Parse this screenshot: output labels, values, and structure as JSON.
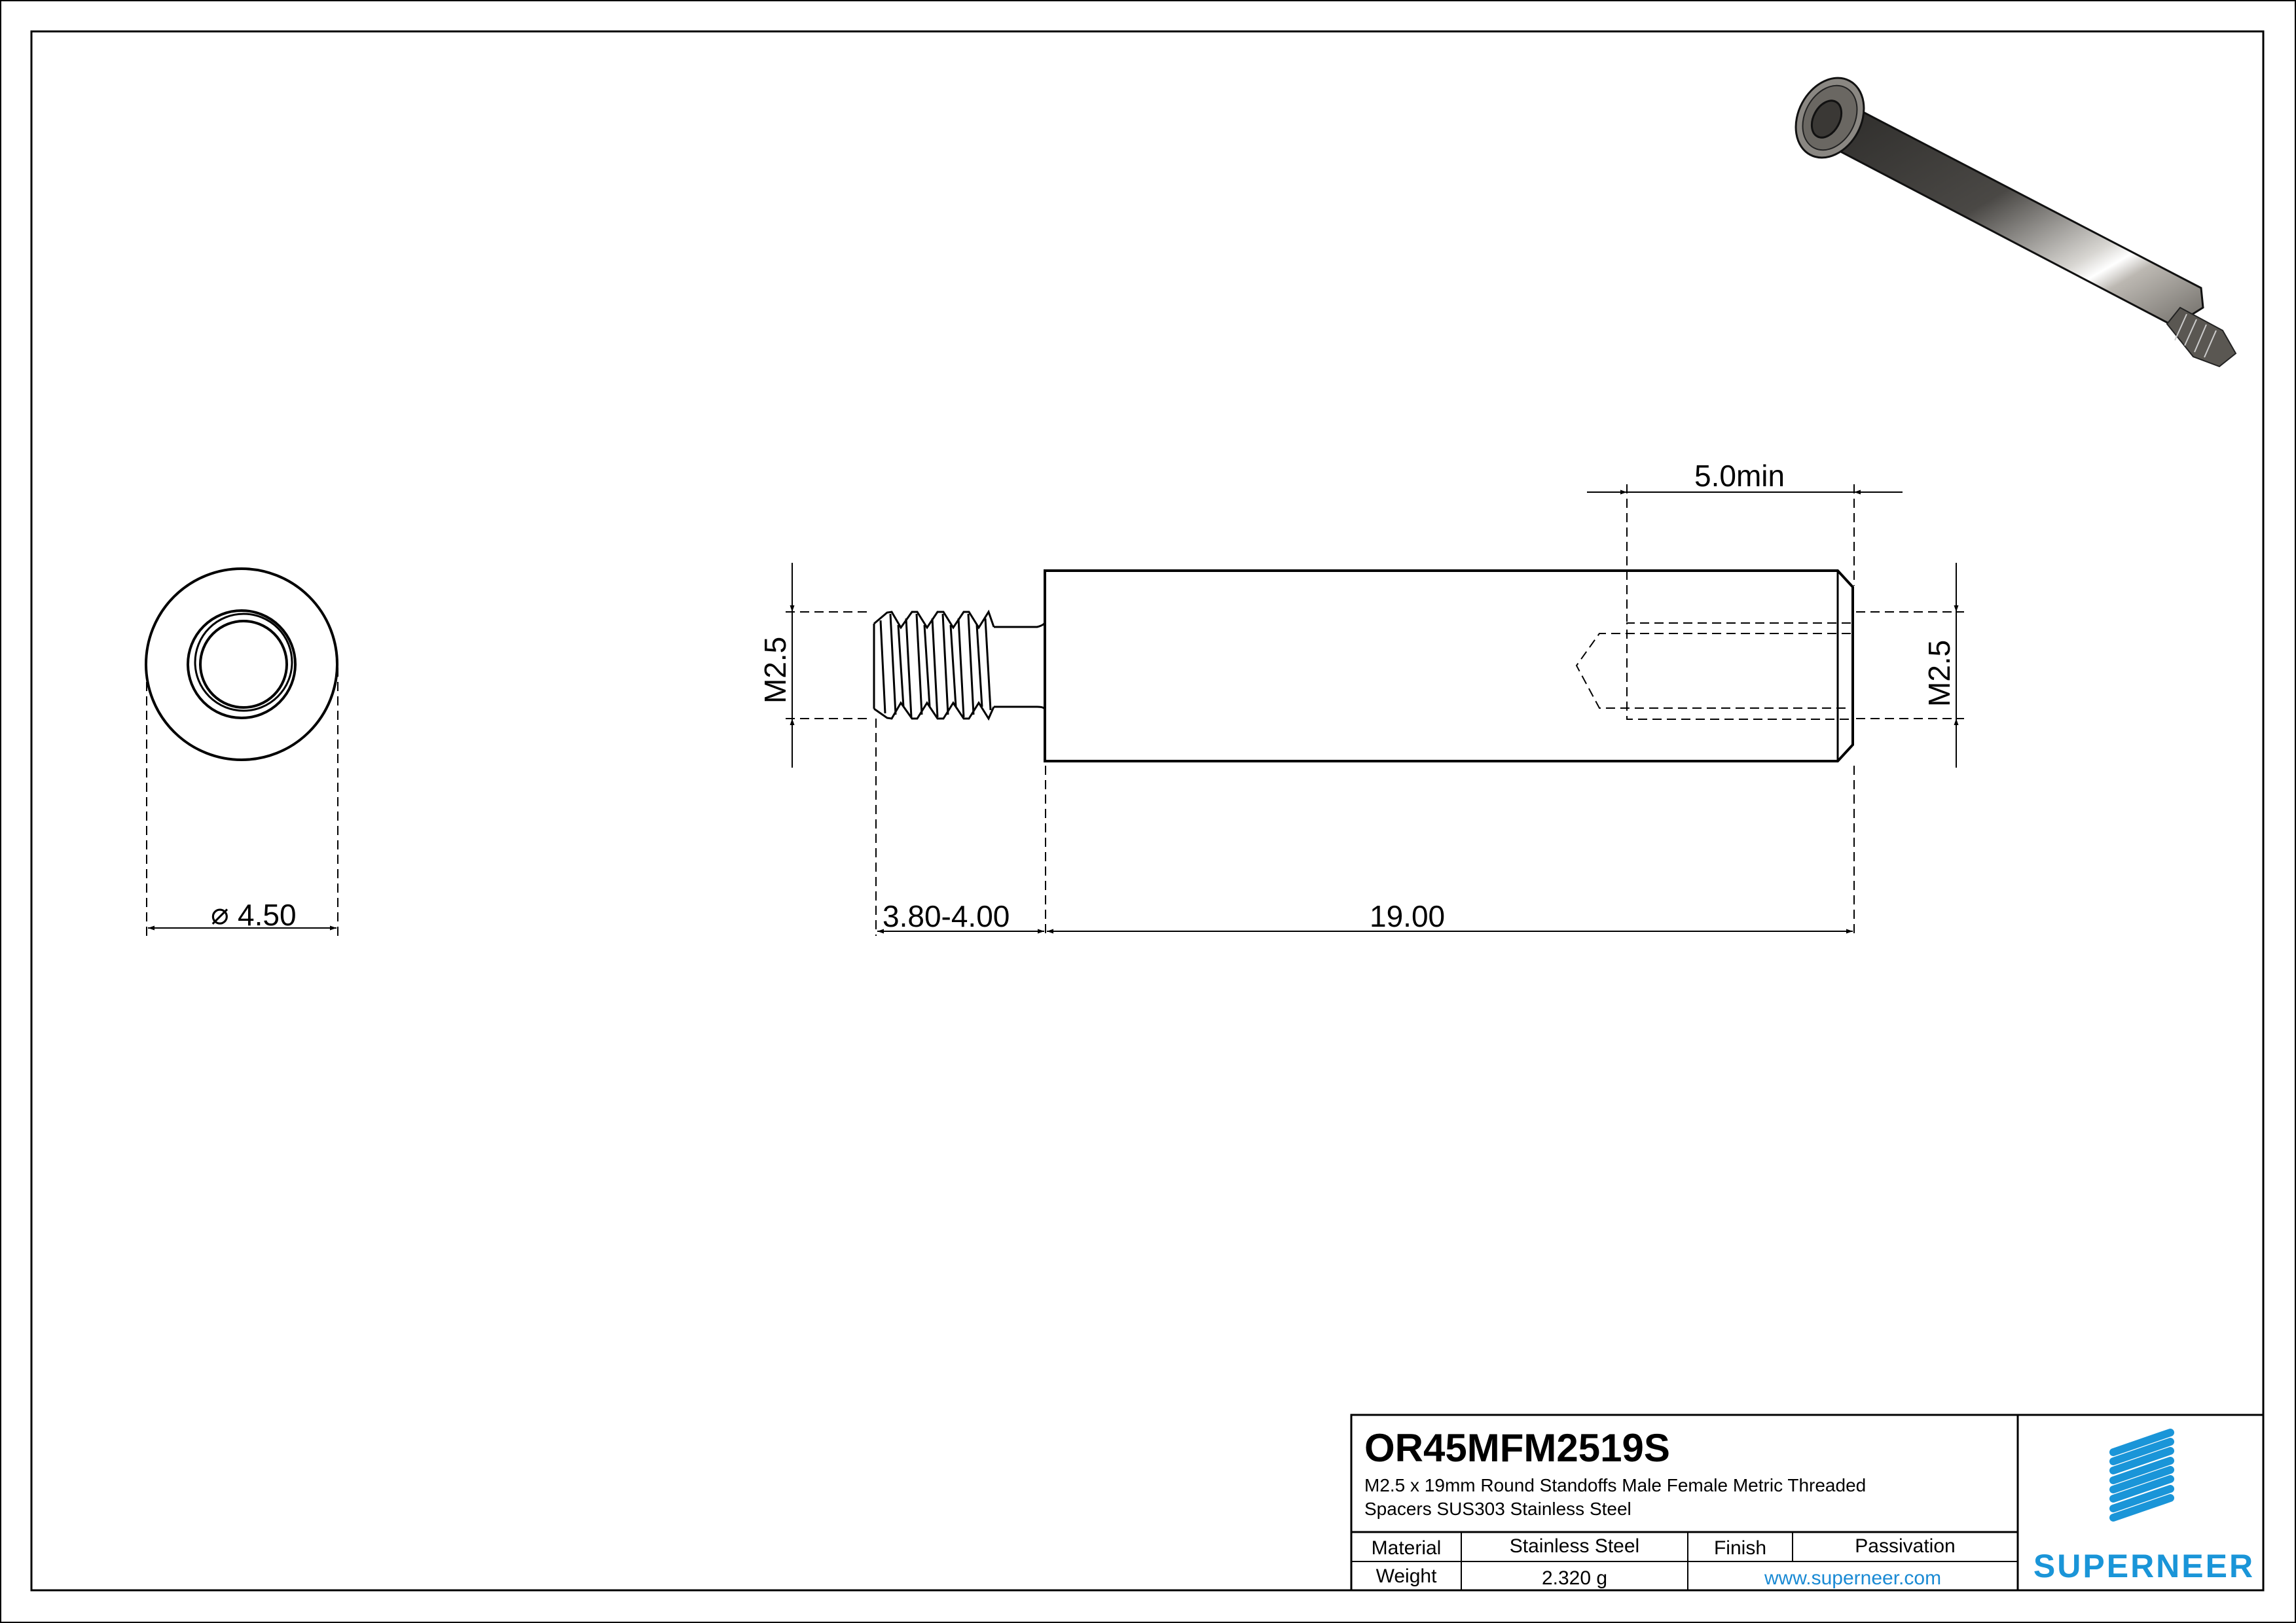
{
  "drawing": {
    "end_view": {
      "diameter_label": "4.50",
      "diameter_symbol": "⌀"
    },
    "side_view": {
      "male_thread_label": "M2.5",
      "female_thread_label": "M2.5",
      "thread_length_label": "3.80-4.00",
      "body_length_label": "19.00",
      "thread_depth_label": "5.0min"
    },
    "iso_view": {
      "description": "3D rendering of round stainless standoff with male and female threads"
    }
  },
  "title_block": {
    "part_number": "OR45MFM2519S",
    "description_line1": "M2.5 x 19mm Round Standoffs Male Female Metric Threaded",
    "description_line2": "Spacers SUS303 Stainless Steel",
    "material_label": "Material",
    "material_value": "Stainless Steel",
    "finish_label": "Finish",
    "finish_value": "Passivation",
    "weight_label": "Weight",
    "weight_value": "2.320 g",
    "website": "www.superneer.com",
    "brand": "SUPERNEER",
    "brand_color": "#1a95d8"
  }
}
